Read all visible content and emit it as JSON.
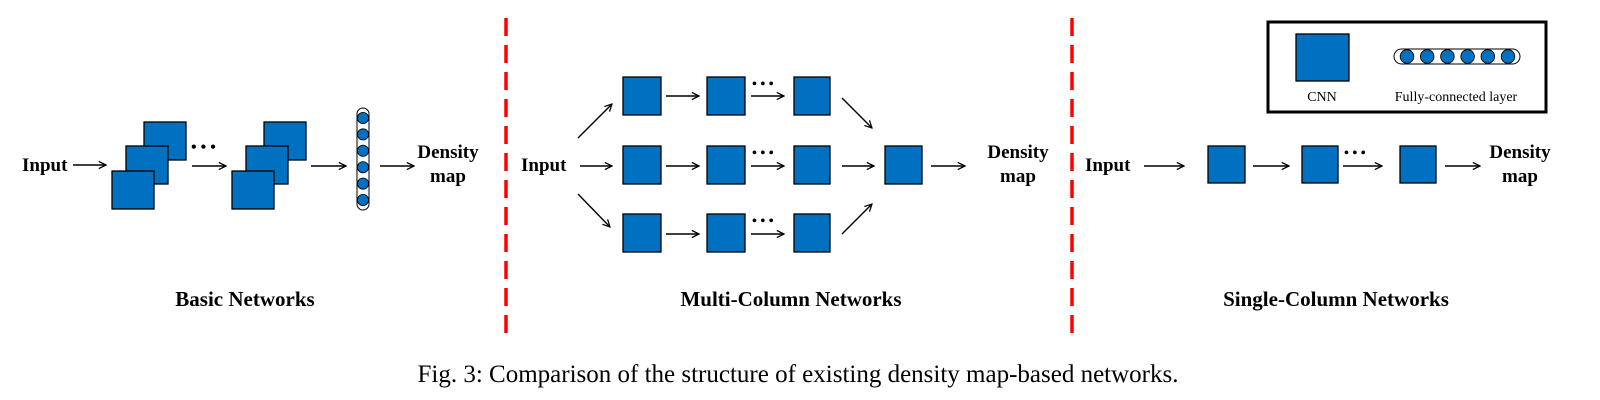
{
  "colors": {
    "block_fill": "#0070C0",
    "block_stroke": "#000000",
    "divider": "#FF0000",
    "text": "#000000"
  },
  "legend": {
    "cnn_label": "CNN",
    "fc_label": "Fully-connected layer",
    "fc_node_count": 6
  },
  "sections": {
    "basic": {
      "title": "Basic Networks",
      "input_label": "Input",
      "output_label_line1": "Density",
      "output_label_line2": "map",
      "fc_node_count": 6,
      "ellipsis": "• • •"
    },
    "multi": {
      "title": "Multi-Column Networks",
      "input_label": "Input",
      "output_label_line1": "Density",
      "output_label_line2": "map",
      "columns": 3,
      "ellipsis": "• • •"
    },
    "single": {
      "title": "Single-Column Networks",
      "input_label": "Input",
      "output_label_line1": "Density",
      "output_label_line2": "map",
      "ellipsis": "• • •"
    }
  },
  "caption": "Fig. 3: Comparison of the structure of existing density map-based networks."
}
